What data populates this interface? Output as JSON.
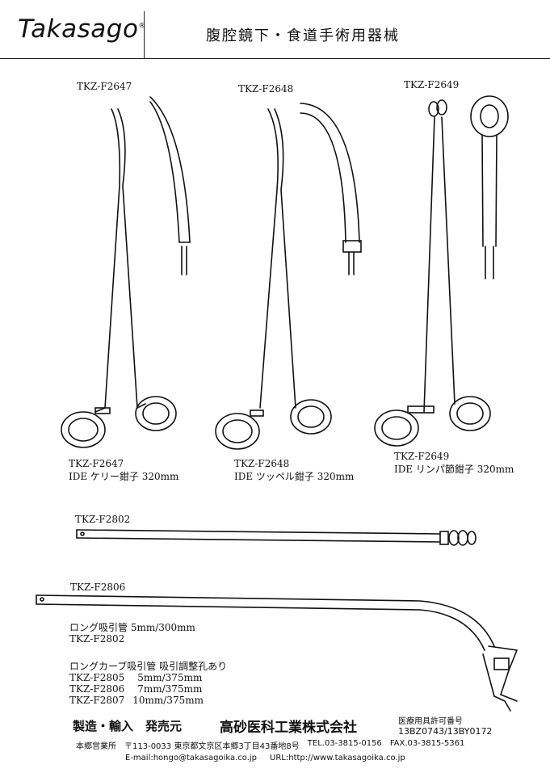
{
  "header": {
    "logo_text": "Takasago",
    "logo_mark": "®",
    "title": "腹腔鏡下・食道手術用器械"
  },
  "instruments": [
    {
      "code_top": "TKZ-F2647",
      "code_caption": "TKZ-F2647",
      "name": "IDE ケリー鉗子  320mm"
    },
    {
      "code_top": "TKZ-F2648",
      "code_caption": "TKZ-F2648",
      "name": "IDE ツッペル鉗子  320mm"
    },
    {
      "code_top": "TKZ-F2649",
      "code_caption": "TKZ-F2649",
      "name": "IDE リンパ節鉗子  320mm"
    }
  ],
  "tubes": {
    "label_2802": "TKZ-F2802",
    "label_2806": "TKZ-F2806",
    "long_tube_name": "ロング吸引管  5mm/300mm",
    "long_tube_code": "TKZ-F2802",
    "curve_tube_name": "ロングカーブ吸引管  吸引調整孔あり",
    "variants": [
      {
        "code": "TKZ-F2805",
        "size": "5mm/375mm"
      },
      {
        "code": "TKZ-F2806",
        "size": "7mm/375mm"
      },
      {
        "code": "TKZ-F2807",
        "size": "10mm/375mm"
      }
    ]
  },
  "footer": {
    "role_text": "製造・輸入　発売元",
    "company": "高砂医科工業株式会社",
    "license_label": "医療用具許可番号",
    "license_numbers": "13BZ0743/13BY0172",
    "office_label": "本郷営業所",
    "address": "〒113-0033  東京都文京区本郷3丁目43番地8号",
    "tel": "TEL.03-3815-0156",
    "fax": "FAX.03-3815-5361",
    "email_line": "E-mail:hongo@takasagoika.co.jp",
    "url_line": "URL:http://www.takasagoika.co.jp"
  }
}
